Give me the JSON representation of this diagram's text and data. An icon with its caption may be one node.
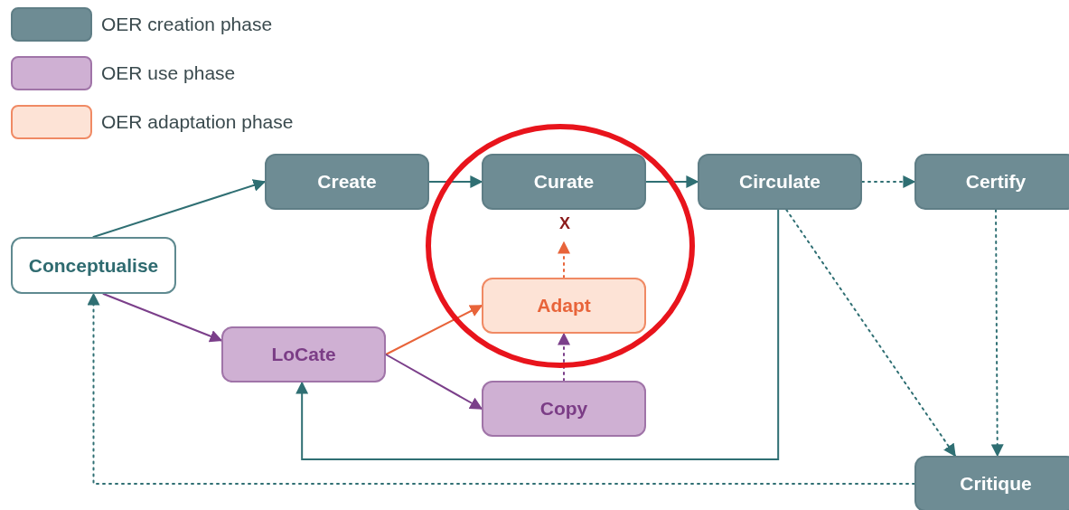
{
  "diagram": {
    "nodes": [
      {
        "text": [
          "Conceptualise"
        ]
      },
      {
        "text": [
          "Create"
        ]
      },
      {
        "text": [
          "Curate"
        ]
      },
      {
        "text": [
          "Circulate"
        ]
      },
      {
        "text": [
          "Certify"
        ]
      },
      {
        "text": [
          "LoCate"
        ]
      },
      {
        "text": [
          "Adapt"
        ]
      },
      {
        "text": [
          "Copy"
        ]
      },
      {
        "text": [
          "Critique"
        ]
      }
    ],
    "edges": [
      {
        "from": 0,
        "to": 1,
        "arrow": "to"
      },
      {
        "from": 1,
        "to": 2,
        "arrow": "to"
      },
      {
        "from": 2,
        "to": 3,
        "arrow": "to"
      },
      {
        "from": 3,
        "to": 4,
        "arrow": "to",
        "style": "dashed"
      },
      {
        "from": 0,
        "to": 5,
        "arrow": "to",
        "color": "#7b3f8a"
      },
      {
        "from": 5,
        "to": 6,
        "arrow": "to",
        "color": "#e8643a"
      },
      {
        "from": 5,
        "to": 7,
        "arrow": "to",
        "color": "#7b3f8a"
      },
      {
        "from": 7,
        "to": 6,
        "arrow": "to",
        "style": "dashed",
        "color": "#7b3f8a"
      },
      {
        "from": 6,
        "to": 2,
        "arrow": "to",
        "style": "dashed",
        "color": "#e8643a",
        "label": "X"
      },
      {
        "from": 3,
        "to": 5,
        "arrow": "to"
      },
      {
        "from": 3,
        "to": 8,
        "arrow": "to",
        "style": "dashed"
      },
      {
        "from": 4,
        "to": 8,
        "arrow": "to",
        "style": "dashed"
      },
      {
        "from": 8,
        "to": 0,
        "arrow": "to",
        "style": "dashed"
      }
    ],
    "legend": [
      {
        "text": "OER creation phase",
        "color": "#6e8c94"
      },
      {
        "text": "OER use phase",
        "color": "#cfb0d3"
      },
      {
        "text": "OER adaptation phase",
        "color": "#fde3d6"
      }
    ]
  }
}
